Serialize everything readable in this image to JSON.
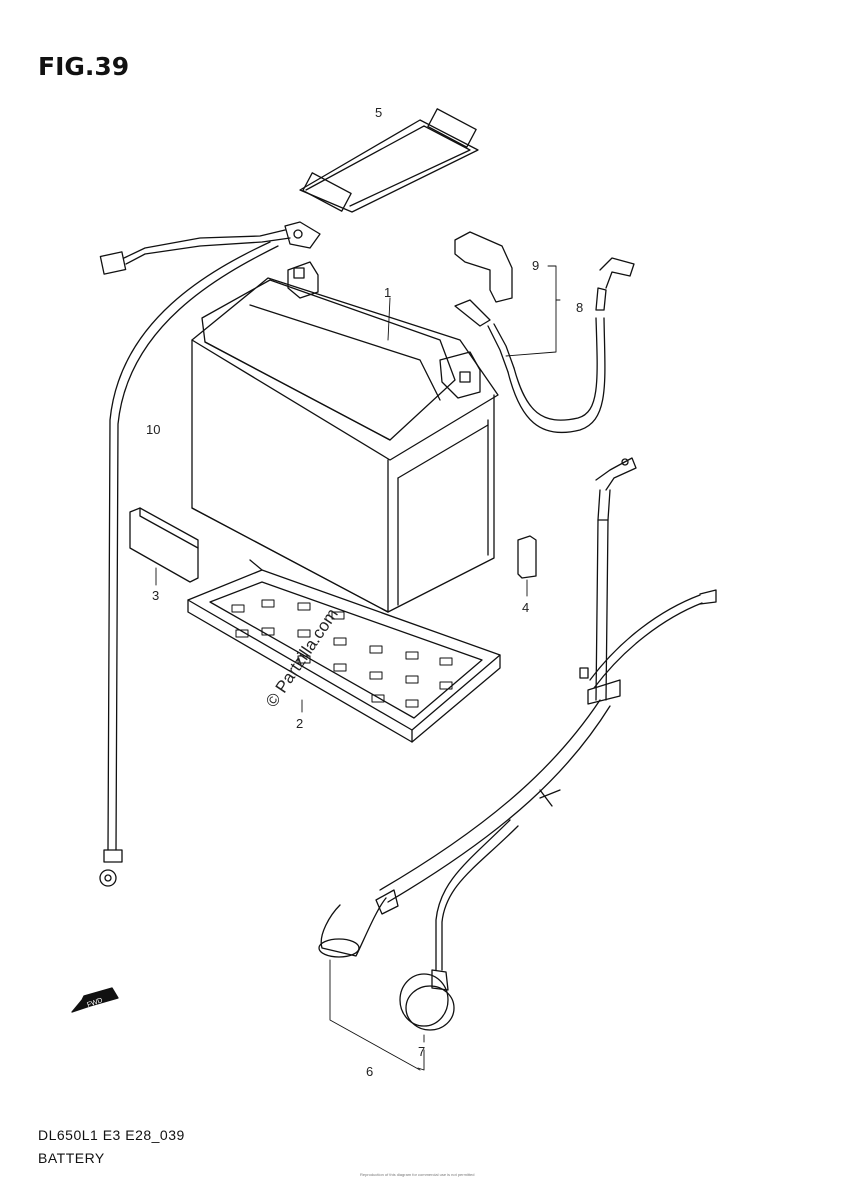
{
  "figure": {
    "title": "FIG.39"
  },
  "callouts": {
    "c1": "1",
    "c2": "2",
    "c3": "3",
    "c4": "4",
    "c5": "5",
    "c6": "6",
    "c7": "7",
    "c8": "8",
    "c9": "9",
    "c10": "10"
  },
  "fwd_label": "FWD",
  "watermark": "© Partzilla.com",
  "footer": {
    "code": "DL650L1 E3 E28_039",
    "name": "BATTERY",
    "small_print": "Reproduction of this diagram for commercial use is not permitted"
  }
}
